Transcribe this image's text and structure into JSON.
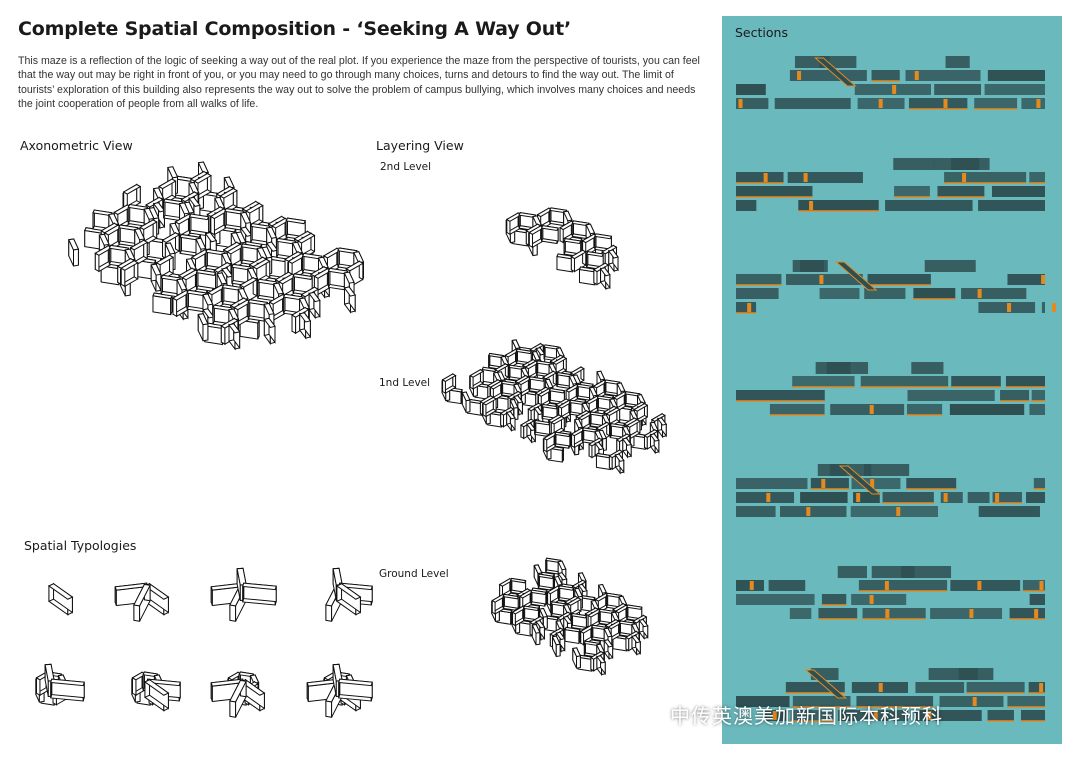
{
  "title": "Complete Spatial Composition - ‘Seeking A Way Out’",
  "description": "This maze is a reflection of the logic of seeking a way out of the real plot. If you experience the maze from the perspective of tourists, you can feel that the way out may be right in front of you, or you may need to go through many choices, turns and detours to find the way out. The limit of tourists’ exploration of this building also represents the way out to solve the problem of campus bullying, which involves many choices and needs the joint cooperation of people from all walks of life.",
  "axonometric": {
    "label": "Axonometric View"
  },
  "layering": {
    "label": "Layering View",
    "levels": [
      "2nd Level",
      "1nd Level",
      "Ground Level"
    ]
  },
  "typologies": {
    "label": "Spatial Typologies",
    "count": 8
  },
  "sections": {
    "label": "Sections",
    "count": 7
  },
  "watermark": {
    "text": "中传英澳美加新国际本科预科",
    "icon": "wechat-icon"
  },
  "colors": {
    "panel": "#6ab9bd",
    "section_dark": "#2e4f52",
    "section_accent": "#e58a1f",
    "line": "#111111"
  }
}
